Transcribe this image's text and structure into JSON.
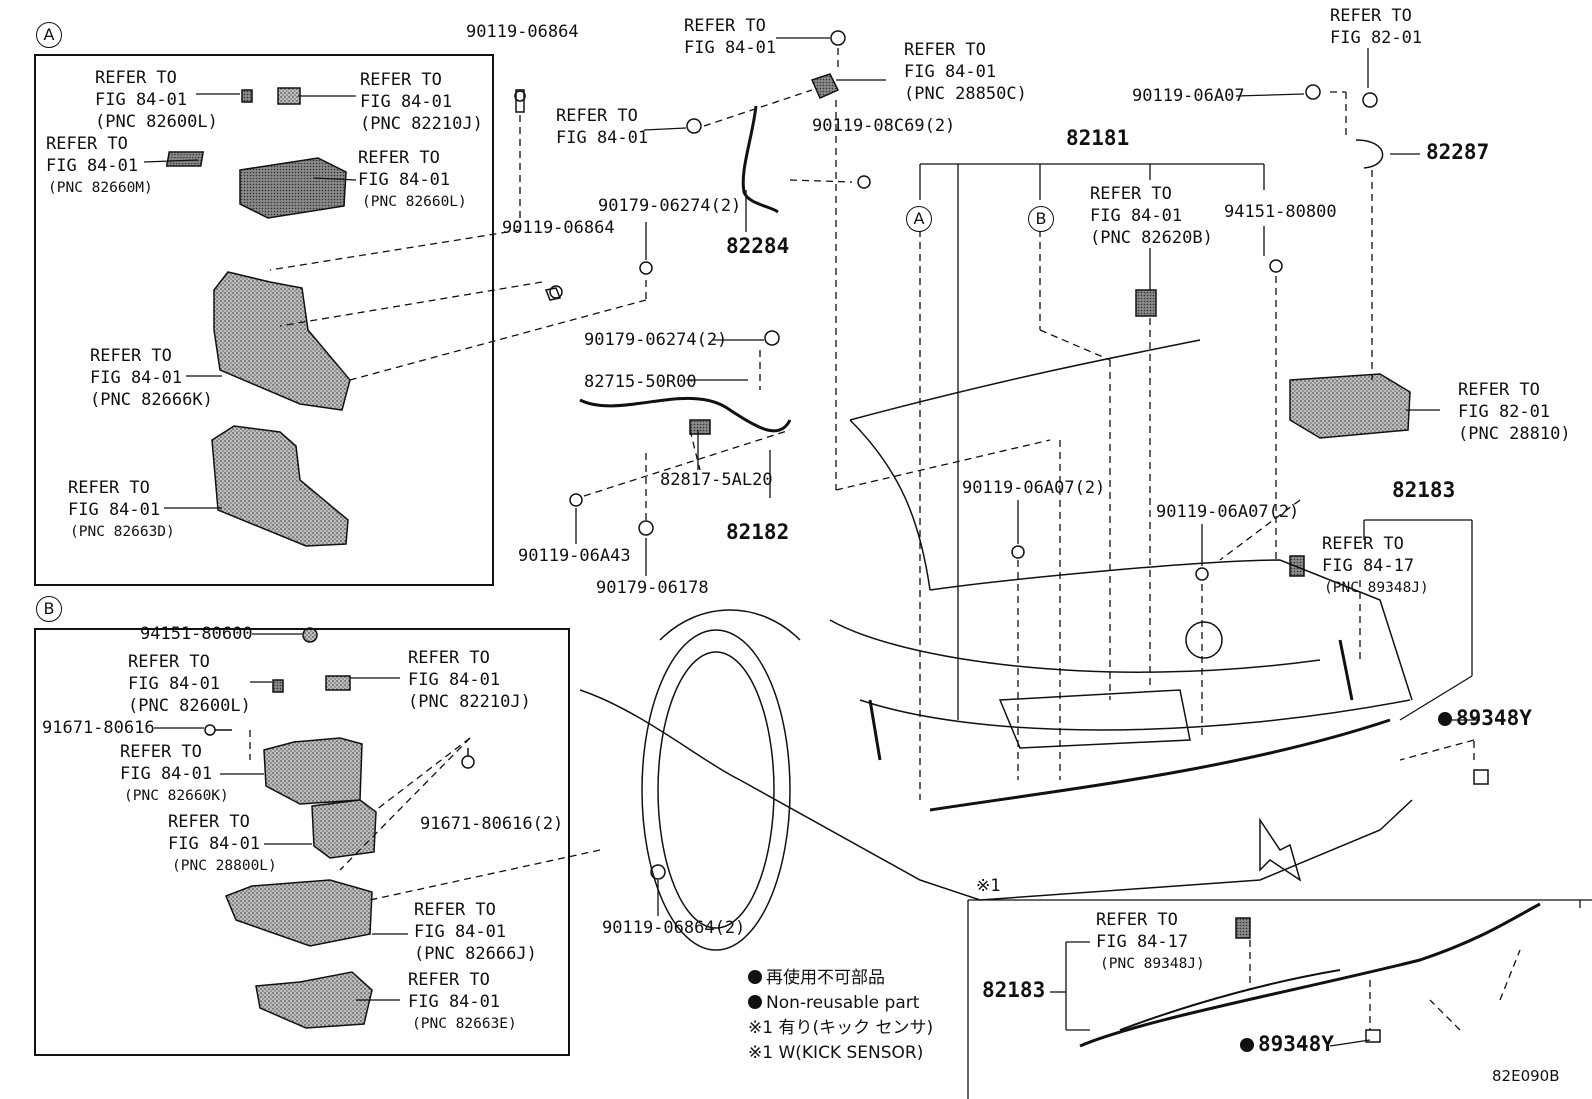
{
  "section_a": {
    "tag": "A",
    "labels": {
      "refer_82600L": [
        "REFER TO",
        "FIG 84-01",
        "(PNC 82600L)"
      ],
      "refer_82210J": [
        "REFER TO",
        "FIG 84-01",
        "(PNC 82210J)"
      ],
      "refer_82660M": [
        "REFER TO",
        "FIG 84-01",
        "(PNC 82660M)"
      ],
      "refer_82660L": [
        "REFER TO",
        "FIG 84-01",
        "(PNC 82660L)"
      ],
      "refer_82666K": [
        "REFER TO",
        "FIG 84-01",
        "(PNC 82666K)"
      ],
      "refer_82663D": [
        "REFER TO",
        "FIG 84-01",
        "(PNC 82663D)"
      ]
    }
  },
  "section_b": {
    "tag": "B",
    "labels": {
      "p94151_80600": "94151-80600",
      "refer_82600L": [
        "REFER TO",
        "FIG 84-01",
        "(PNC 82600L)"
      ],
      "refer_82210J": [
        "REFER TO",
        "FIG 84-01",
        "(PNC 82210J)"
      ],
      "p91671_80616": "91671-80616",
      "refer_82660K": [
        "REFER TO",
        "FIG 84-01",
        "(PNC 82660K)"
      ],
      "refer_28800L": [
        "REFER TO",
        "FIG 84-01",
        "(PNC 28800L)"
      ],
      "p91671_80616_2": "91671-80616(2)",
      "refer_82666J": [
        "REFER TO",
        "FIG 84-01",
        "(PNC 82666J)"
      ],
      "refer_82663E": [
        "REFER TO",
        "FIG 84-01",
        "(PNC 82663E)"
      ]
    }
  },
  "main": {
    "p90119_06864_top": "90119-06864",
    "p90119_06864_mid": "90119-06864",
    "refer_8401_top": [
      "REFER TO",
      "FIG 84-01"
    ],
    "refer_8401_left": [
      "REFER TO",
      "FIG 84-01"
    ],
    "refer_28850C": [
      "REFER TO",
      "FIG 84-01",
      "(PNC 28850C)"
    ],
    "p90119_08C69": "90119-08C69(2)",
    "p90179_06274_a": "90179-06274(2)",
    "p82284": "82284",
    "p90179_06274_b": "90179-06274(2)",
    "p82715": "82715-50R00",
    "p82817": "82817-5AL20",
    "p82182": "82182",
    "p90119_06A43": "90119-06A43",
    "p90179_06178": "90179-06178",
    "p90119_06864_2": "90119-06864(2)",
    "refer_8201_top": [
      "REFER TO",
      "FIG 82-01"
    ],
    "p90119_06A07": "90119-06A07",
    "p82287": "82287",
    "p82181": "82181",
    "tag_a": "A",
    "tag_b": "B",
    "refer_82620B": [
      "REFER TO",
      "FIG 84-01",
      "(PNC 82620B)"
    ],
    "p94151_80800": "94151-80800",
    "refer_28810": [
      "REFER TO",
      "FIG 82-01",
      "(PNC 28810)"
    ],
    "p90119_06A07_2a": "90119-06A07(2)",
    "p90119_06A07_2b": "90119-06A07(2)",
    "p82183_top": "82183",
    "refer_89348J_top": [
      "REFER TO",
      "FIG 84-17",
      "(PNC 89348J)"
    ],
    "p89348Y_top": "89348Y",
    "kick_mark": "※1",
    "refer_89348J_inset": [
      "REFER TO",
      "FIG 84-17",
      "(PNC 89348J)"
    ],
    "p82183_inset": "82183",
    "p89348Y_inset": "89348Y"
  },
  "legend": {
    "line1": "再使用不可部品",
    "line2": "Non-reusable part",
    "line3": "※1 有り(キック センサ)",
    "line4": "※1 W(KICK SENSOR)"
  },
  "figure_code": "82E090B"
}
